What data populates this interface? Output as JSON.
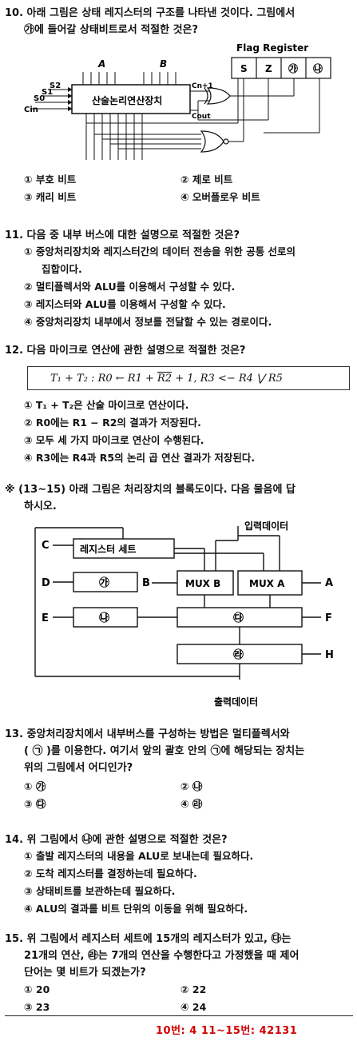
{
  "q10": {
    "stem_l1": "10. 아래 그림은 상태 레지스터의 구조를 나타낸 것이다. 그림에서",
    "stem_l2": "㉮에 들어갈 상태비트로서 적절한 것은?",
    "diagram": {
      "flag_title": "Flag Register",
      "flags": [
        "S",
        "Z",
        "㉮",
        "㉯"
      ],
      "alu_label": "산술논리연산장치",
      "a": "A",
      "b": "B",
      "s2": "S2",
      "s1": "S1",
      "s0": "S0",
      "cin": "Cin",
      "cn1": "Cn+1",
      "cout": "Cout"
    },
    "options": [
      "① 부호 비트",
      "② 제로 비트",
      "③ 캐리 비트",
      "④ 오버플로우 비트"
    ]
  },
  "q11": {
    "stem": "11. 다음 중 내부 버스에 대한 설명으로 적절한 것은?",
    "options": [
      "① 중앙처리장치와 레지스터간의 데이터 전송을 위한 공통 선로의",
      "집합이다.",
      "② 멀티플렉서와 ALU를 이용해서 구성할 수 있다.",
      "③ 레지스터와 ALU를 이용해서 구성할 수 있다.",
      "④ 중앙처리장치 내부에서 정보를 전달할 수 있는 경로이다."
    ]
  },
  "q12": {
    "stem": "12. 다음 마이크로 연산에 관한 설명으로 적절한 것은?",
    "formula_a": "T₁ + T₂ : R0 ← R1 + ",
    "formula_ov": "R2",
    "formula_b": " + 1,   R3 <− R4 ⋁ R5",
    "options": [
      "① T₁ + T₂은 산술 마이크로 연산이다.",
      "② R0에는 R1 − R2의 결과가 저장된다.",
      "③ 모두 세 가지 마이크로 연산이 수행된다.",
      "④ R3에는 R4과 R5의 논리 곱 연산 결과가 저장된다."
    ]
  },
  "group": {
    "l1": "※ (13~15) 아래 그림은 처리장치의 블록도이다. 다음 물음에 답",
    "l2": "하시오.",
    "diagram": {
      "input": "입력데이터",
      "output": "출력데이터",
      "regset": "레지스터 세트",
      "mux_a": "MUX A",
      "mux_b": "MUX B",
      "ga": "㉮",
      "gb": "㉯",
      "gc": "㉰",
      "gd": "㉱",
      "c": "C",
      "d": "D",
      "e": "E",
      "b": "B",
      "a": "A",
      "f": "F",
      "h": "H"
    }
  },
  "q13": {
    "l1": "13. 중앙처리장치에서 내부버스를 구성하는 방법은 멀티플렉서와",
    "l2": "( ㉠ )를 이용한다. 여기서 앞의 괄호 안의 ㉠에 해당되는 장치는",
    "l3": "위의 그림에서 어디인가?",
    "options": [
      "① ㉮",
      "② ㉯",
      "③ ㉰",
      "④ ㉱"
    ]
  },
  "q14": {
    "stem": "14. 위 그림에서 ㉯에 관한 설명으로 적절한 것은?",
    "options": [
      "① 출발 레지스터의 내용을 ALU로 보내는데 필요하다.",
      "② 도착 레지스터를 결정하는데 필요하다.",
      "③ 상태비트를 보관하는데 필요하다.",
      "④ ALU의 결과를 비트 단위의 이동을 위해 필요하다."
    ]
  },
  "q15": {
    "l1": "15. 위 그림에서 레지스터 세트에 15개의 레지스터가 있고, ㉰는",
    "l2": "21개의 연산, ㉱는 7개의 연산을 수행한다고 가정했을 때 제어",
    "l3": "단어는 몇 비트가 되겠는가?",
    "options": [
      "① 20",
      "② 22",
      "③ 23",
      "④ 24"
    ]
  },
  "answer": "10번: 4   11~15번: 42131"
}
